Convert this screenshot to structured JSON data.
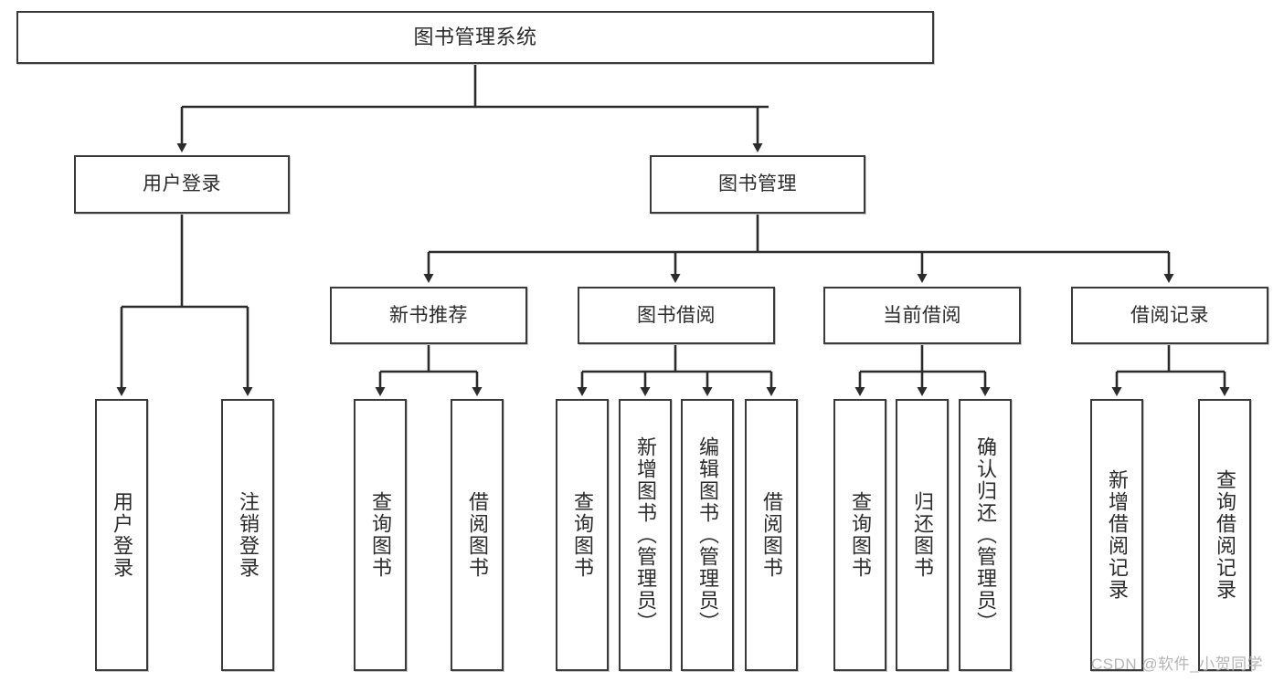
{
  "diagram": {
    "title": "图书管理系统",
    "type": "tree",
    "nodes": {
      "root": {
        "label": "图书管理系统"
      },
      "level2": [
        {
          "id": "user-login",
          "label": "用户登录"
        },
        {
          "id": "book-management",
          "label": "图书管理"
        }
      ],
      "level3": [
        {
          "id": "new-book-recommend",
          "label": "新书推荐",
          "parent": "book-management"
        },
        {
          "id": "book-borrow",
          "label": "图书借阅",
          "parent": "book-management"
        },
        {
          "id": "current-borrow",
          "label": "当前借阅",
          "parent": "book-management"
        },
        {
          "id": "borrow-record",
          "label": "借阅记录",
          "parent": "book-management"
        }
      ],
      "leaves": [
        {
          "id": "leaf-user-login",
          "label": "用户登录",
          "parent": "user-login"
        },
        {
          "id": "leaf-logout-login",
          "label": "注销登录",
          "parent": "user-login"
        },
        {
          "id": "leaf-query-book-1",
          "label": "查询图书",
          "parent": "new-book-recommend"
        },
        {
          "id": "leaf-borrow-book-1",
          "label": "借阅图书",
          "parent": "new-book-recommend"
        },
        {
          "id": "leaf-query-book-2",
          "label": "查询图书",
          "parent": "book-borrow"
        },
        {
          "id": "leaf-add-book",
          "label": "新增图书（管理员）",
          "parent": "book-borrow"
        },
        {
          "id": "leaf-edit-book",
          "label": "编辑图书（管理员）",
          "parent": "book-borrow"
        },
        {
          "id": "leaf-borrow-book-2",
          "label": "借阅图书",
          "parent": "book-borrow"
        },
        {
          "id": "leaf-query-book-3",
          "label": "查询图书",
          "parent": "current-borrow"
        },
        {
          "id": "leaf-return-book",
          "label": "归还图书",
          "parent": "current-borrow"
        },
        {
          "id": "leaf-confirm-return",
          "label": "确认归还（管理员）",
          "parent": "current-borrow"
        },
        {
          "id": "leaf-add-record",
          "label": "新增借阅记录",
          "parent": "borrow-record"
        },
        {
          "id": "leaf-query-record",
          "label": "查询借阅记录",
          "parent": "borrow-record"
        }
      ]
    },
    "colors": {
      "border": "#3a3a3a",
      "background": "#ffffff",
      "text": "#2b2b2b",
      "connector": "#2b2b2b"
    }
  },
  "watermark": {
    "text": "CSDN @软件_小贺同学"
  }
}
